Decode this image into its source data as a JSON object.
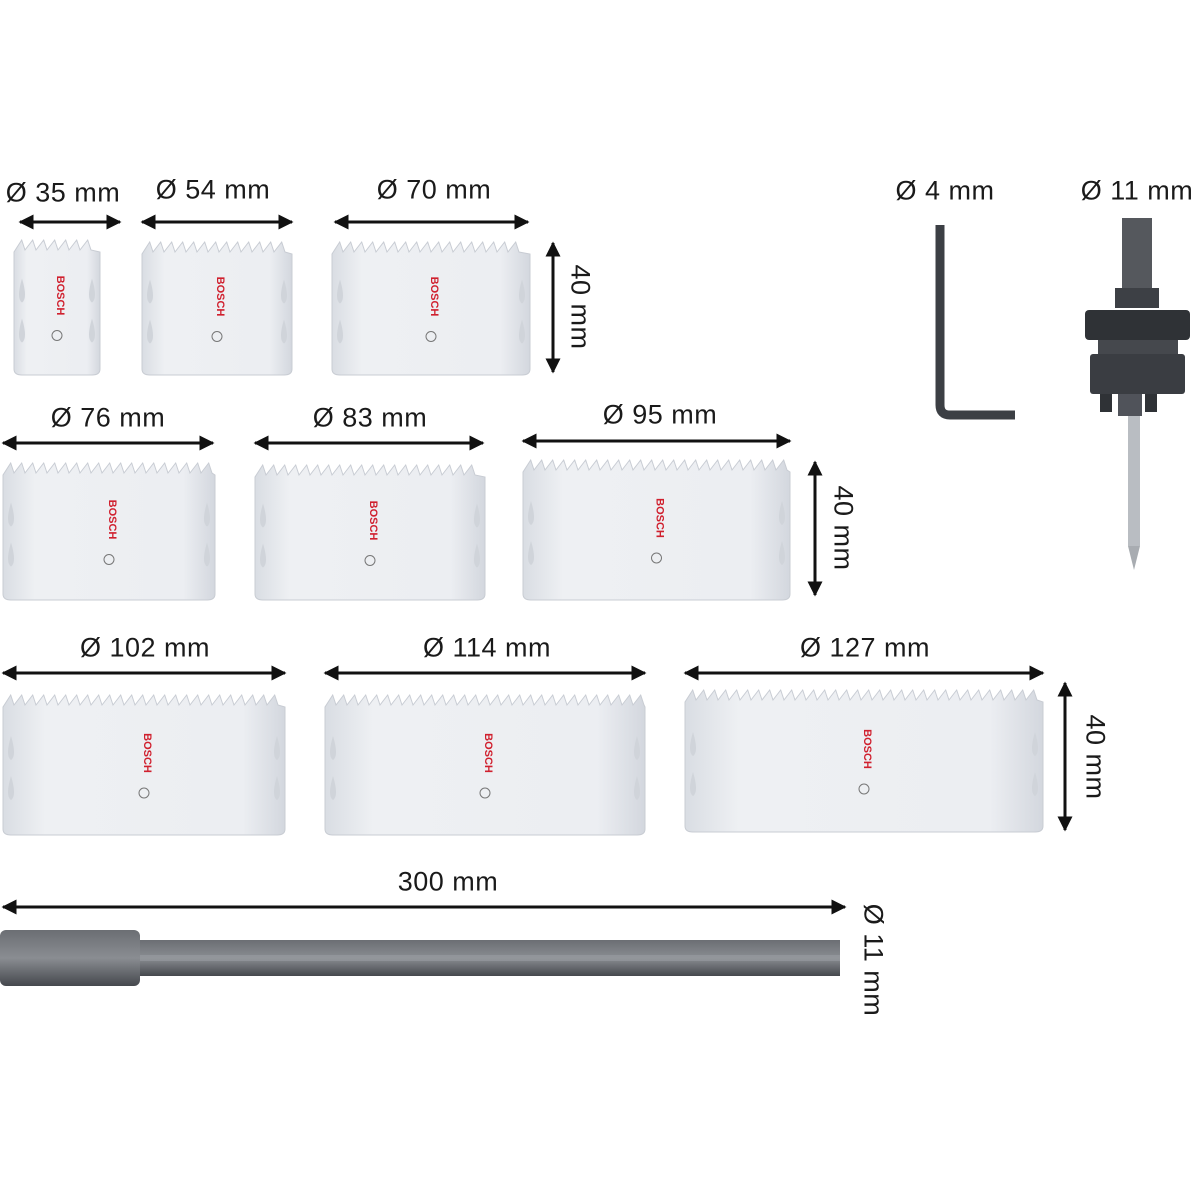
{
  "brand": "BOSCH",
  "colors": {
    "brand_red": "#d0202e",
    "saw_body": "#e8ebef",
    "steel_dark": "#4a4d52",
    "text": "#1a1a1a"
  },
  "hole_saws": [
    {
      "diameter_label": "Ø 35 mm"
    },
    {
      "diameter_label": "Ø 54 mm"
    },
    {
      "diameter_label": "Ø 70 mm"
    },
    {
      "diameter_label": "Ø 76 mm"
    },
    {
      "diameter_label": "Ø 83 mm"
    },
    {
      "diameter_label": "Ø 95 mm"
    },
    {
      "diameter_label": "Ø 102 mm"
    },
    {
      "diameter_label": "Ø 114 mm"
    },
    {
      "diameter_label": "Ø 127 mm"
    }
  ],
  "depth_labels": [
    "40 mm",
    "40 mm",
    "40 mm"
  ],
  "hex_key": {
    "diameter_label": "Ø 4 mm"
  },
  "arbor": {
    "diameter_label": "Ø 11 mm"
  },
  "extension": {
    "length_label": "300 mm",
    "diameter_label": "Ø 11 mm"
  }
}
